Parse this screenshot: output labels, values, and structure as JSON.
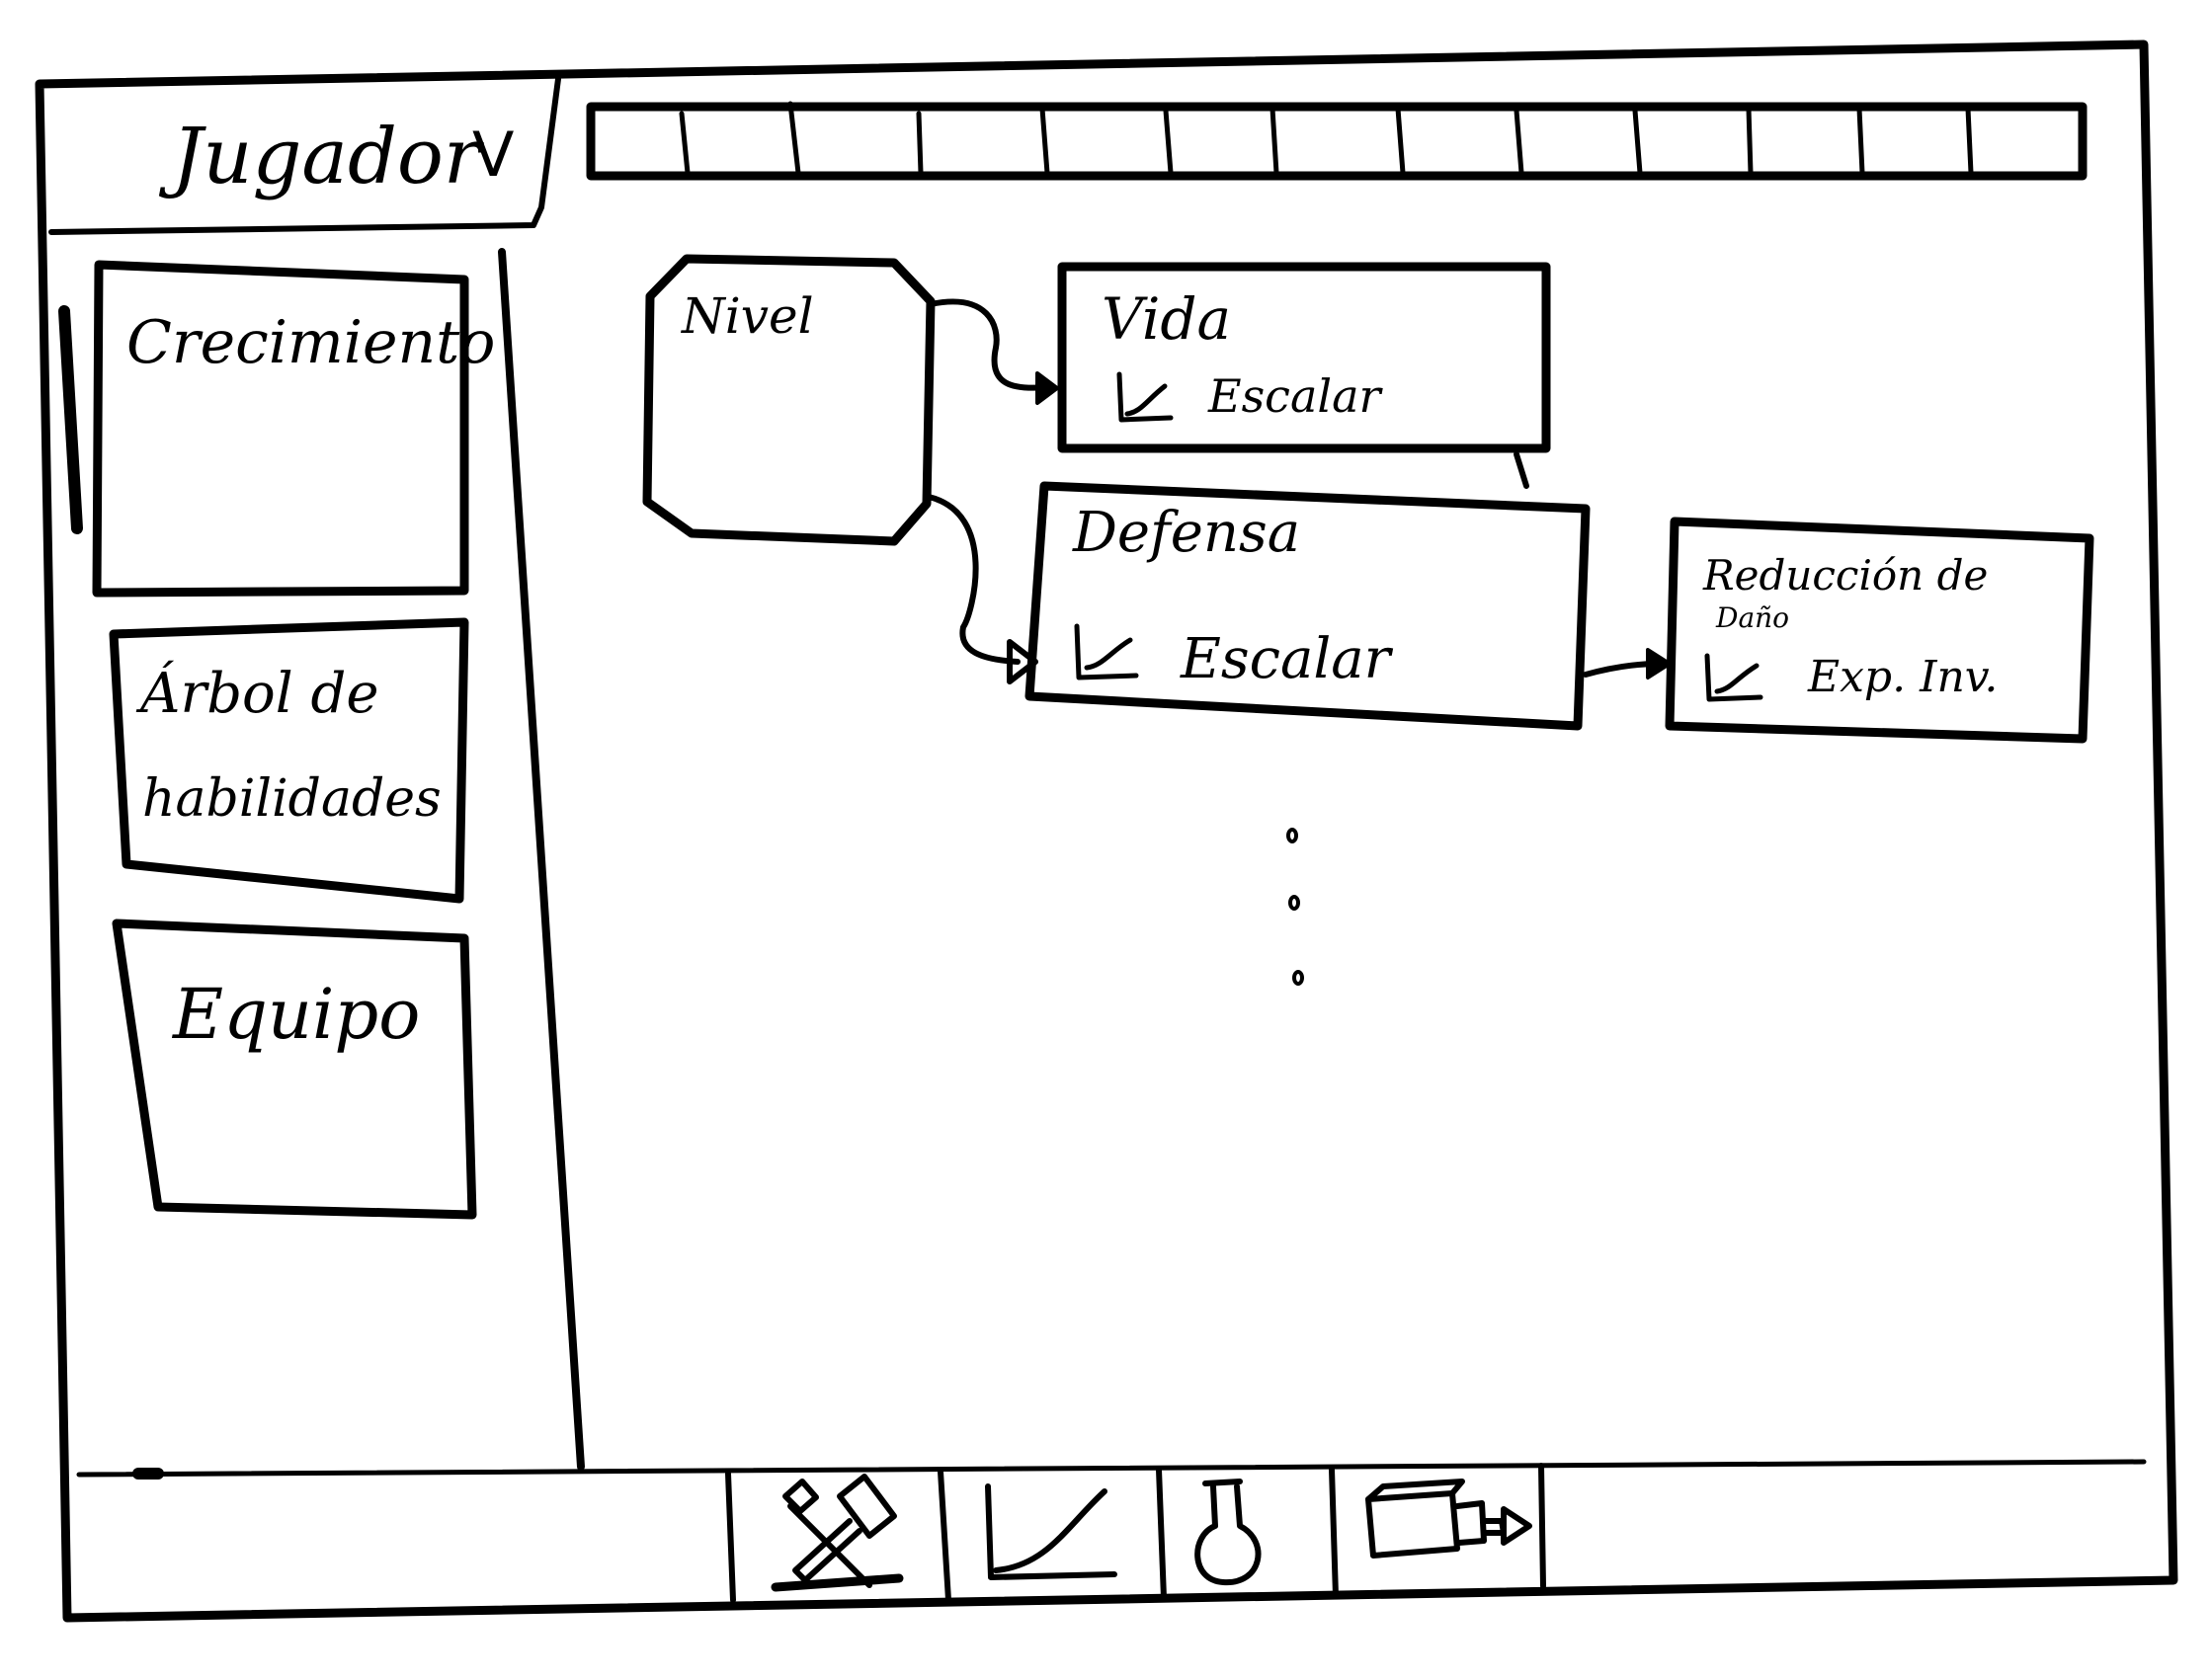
{
  "player_selector": {
    "label": "Jugador",
    "arrow": "V"
  },
  "sidebar": {
    "items": [
      {
        "id": "crecimiento",
        "label": "Crecimiento"
      },
      {
        "id": "arbol",
        "label_line1": "Árbol de",
        "label_line2": "habilidades"
      },
      {
        "id": "equipo",
        "label": "Equipo"
      }
    ]
  },
  "tab_strip": {
    "tab_count": 13
  },
  "skill_tree": {
    "nodes": {
      "nivel": {
        "title": "Nivel"
      },
      "vida": {
        "title": "Vida",
        "curve_label": "Escalar"
      },
      "defensa": {
        "title": "Defensa",
        "curve_label": "Escalar"
      },
      "reduccion": {
        "title_line1": "Reducción de",
        "title_line2": "Daño",
        "curve_label": "Exp. Inv."
      }
    },
    "more_indicator": "..."
  },
  "bottom_toolbar": {
    "items": [
      {
        "name": "tools-icon",
        "active": true
      },
      {
        "name": "growth-curve-icon",
        "active": false
      },
      {
        "name": "potion-flask-icon",
        "active": false
      },
      {
        "name": "plunger-box-icon",
        "active": false
      }
    ]
  }
}
